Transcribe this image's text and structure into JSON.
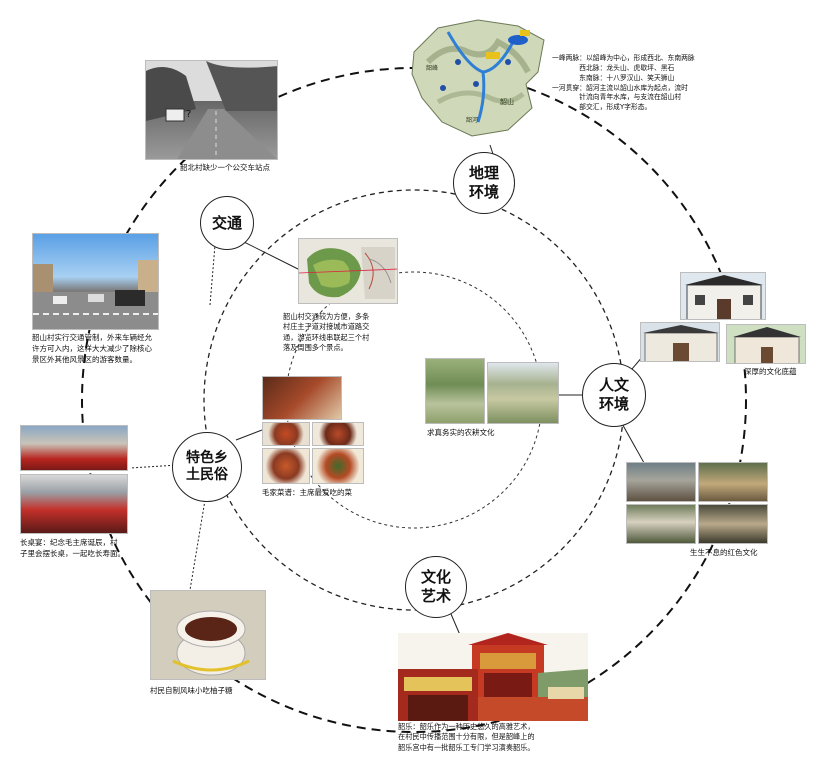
{
  "nodes": {
    "geography": "地理\n环境",
    "transport": "交通",
    "humanities": "人文\n环境",
    "folk": "特色乡\n土民俗",
    "culture": "文化\n艺术"
  },
  "captions": {
    "map_legend": "一峰两脉：以韶峰为中心，形成西北、东南两脉\n　　　　西北脉：龙头山、虎歇坪、黑石\n　　　　东南脉：十八罗汉山、笑天狮山\n一河贯穿：韶河主流以韶山水库为起点，流时\n　　　　针流向青年水库，与支流在韶山村\n　　　　部交汇，形成Y字形态。",
    "bus_stop": "韶北村缺少一个公交车站点",
    "traffic_control": "韶山村实行交通管制，外来车辆经允\n许方可入内，这样大大减少了除核心\n景区外其他风景区的游客数量。",
    "road_network": "韶山村交通较为方便，多条\n村庄主干道对接城市道路交\n通，游览环线串联起三个村\n落及周围多个景点。",
    "cuisine": "毛家菜谱：主席最爱吃的菜",
    "farming": "求真务实的农耕文化",
    "heritage": "深厚的文化底蕴",
    "red_culture": "生生不息的红色文化",
    "long_table": "长桌宴：纪念毛主席诞辰，村\n子里会摆长桌，一起吃长寿面。",
    "snack": "村民自制风味小吃柚子糖",
    "music": "韶乐：韶乐作为一种历史悠久的高雅艺术，\n在村民中传播范围十分有限，但是韶峰上的\n韶乐宫中有一批韶乐工专门学习演奏韶乐。"
  },
  "map_text": {
    "label_a": "韶山",
    "label_b": "韶河",
    "label_c": "韶峰"
  }
}
